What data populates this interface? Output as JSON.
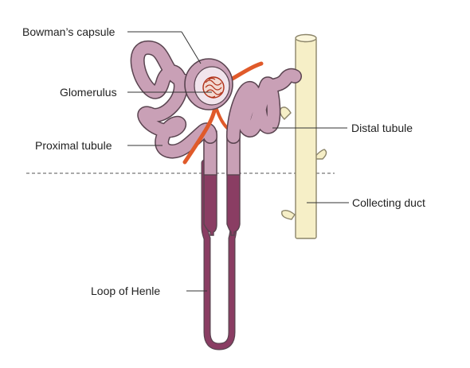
{
  "labels": {
    "bowmans_capsule": "Bowman’s capsule",
    "glomerulus": "Glomerulus",
    "proximal_tubule": "Proximal tubule",
    "loop_of_henle": "Loop of Henle",
    "distal_tubule": "Distal tubule",
    "collecting_duct": "Collecting duct"
  },
  "colors": {
    "tubule_fill": "#c9a0b6",
    "tubule_outline": "#5a4450",
    "medulla_fill": "#8a3d63",
    "duct_fill": "#f6efc7",
    "duct_outline": "#8c856a",
    "vessel": "#e05a2a",
    "capsule_inner": "#f1e4ec",
    "divider": "#555555"
  }
}
